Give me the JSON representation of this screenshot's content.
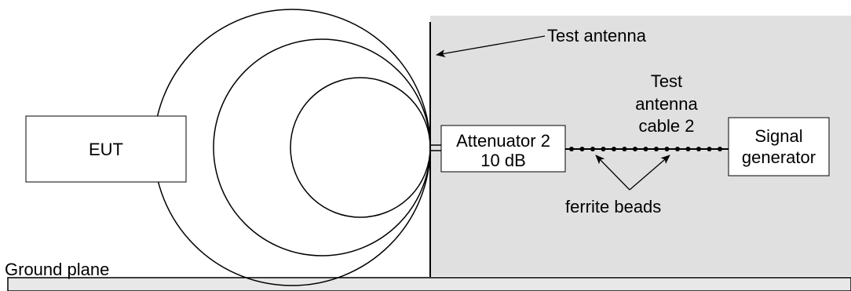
{
  "labels": {
    "eut": "EUT",
    "test_antenna": "Test antenna",
    "attenuator_line1": "Attenuator 2",
    "attenuator_line2": "10 dB",
    "cable_line1": "Test",
    "cable_line2": "antenna",
    "cable_line3": "cable 2",
    "signal_line1": "Signal",
    "signal_line2": "generator",
    "ferrite_beads": "ferrite beads",
    "ground_plane": "Ground plane"
  },
  "colors": {
    "shaded_area": "#e0e0e0",
    "ground_plane_fill": "#e8e8e8",
    "line": "#000000"
  }
}
